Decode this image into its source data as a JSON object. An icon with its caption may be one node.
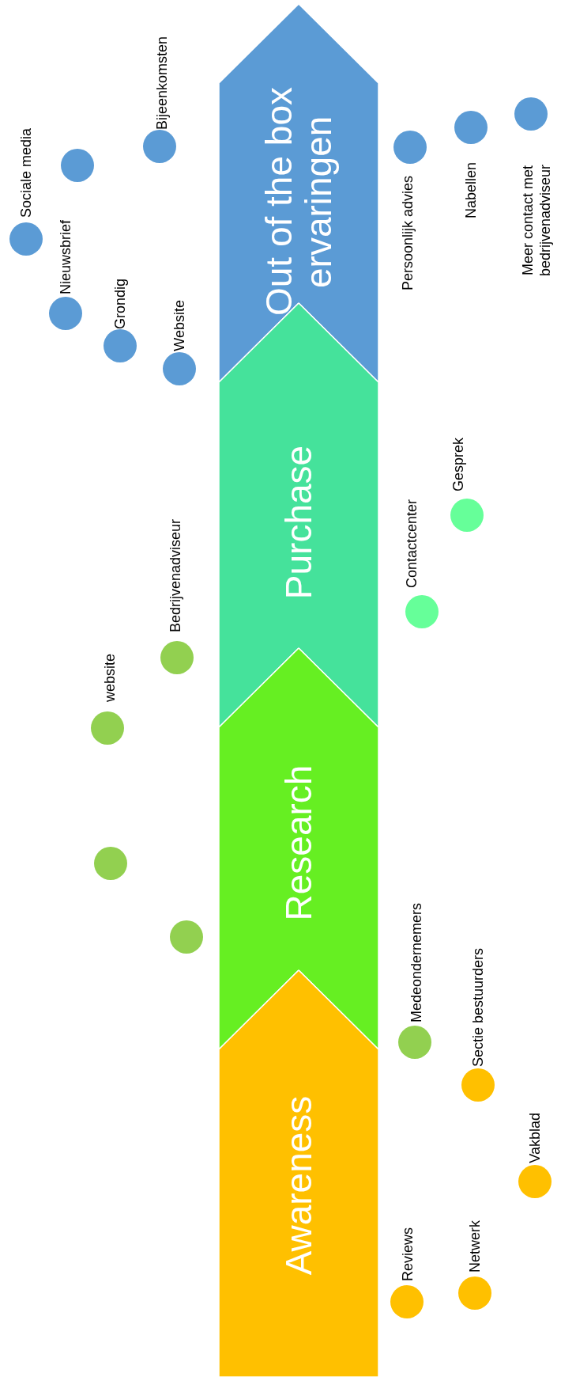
{
  "diagram": {
    "nodes": [
      {
        "text": [
          "Out of the box ervaringen"
        ]
      },
      {
        "text": [
          "Purchase"
        ]
      },
      {
        "text": [
          "Research"
        ]
      },
      {
        "text": [
          "Awareness"
        ]
      },
      {
        "text": [],
        "shape": "circle",
        "beside": [
          "Sociale media"
        ]
      },
      {
        "text": [],
        "shape": "circle",
        "beside": [
          "Nieuwsbrief"
        ]
      },
      {
        "text": [],
        "shape": "circle"
      },
      {
        "text": [],
        "shape": "circle",
        "beside": [
          "Grondig"
        ]
      },
      {
        "text": [],
        "shape": "circle",
        "beside": [
          "Bijeenkomsten"
        ]
      },
      {
        "text": [],
        "shape": "circle",
        "beside": [
          "Website"
        ]
      },
      {
        "text": [],
        "shape": "circle",
        "beside": [
          "Persoonlijk advies"
        ]
      },
      {
        "text": [],
        "shape": "circle",
        "beside": [
          "Nabellen"
        ]
      },
      {
        "text": [],
        "shape": "circle",
        "beside": [
          "Meer contact met bedrijvenadviseur"
        ]
      },
      {
        "text": [],
        "shape": "circle",
        "beside": [
          "Contactcenter"
        ]
      },
      {
        "text": [],
        "shape": "circle",
        "beside": [
          "Gesprek"
        ]
      },
      {
        "text": [],
        "shape": "circle",
        "beside": [
          "Bedrijvenadviseur"
        ]
      },
      {
        "text": [],
        "shape": "circle",
        "beside": [
          "website"
        ]
      },
      {
        "text": [],
        "shape": "circle"
      },
      {
        "text": [],
        "shape": "circle"
      },
      {
        "text": [],
        "shape": "circle",
        "beside": [
          "Medeondernemers"
        ]
      },
      {
        "text": [],
        "shape": "circle",
        "beside": [
          "Sectie bestuurders"
        ]
      },
      {
        "text": [],
        "shape": "circle",
        "beside": [
          "Vakblad"
        ]
      },
      {
        "text": [],
        "shape": "circle",
        "beside": [
          "Reviews"
        ]
      },
      {
        "text": [],
        "shape": "circle",
        "beside": [
          "Netwerk"
        ]
      }
    ]
  }
}
